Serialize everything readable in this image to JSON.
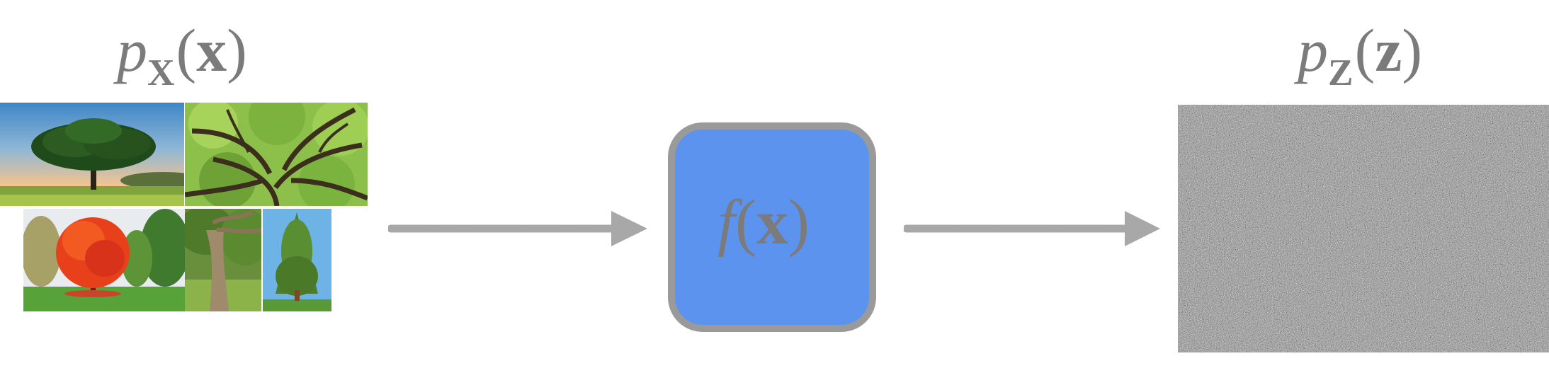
{
  "labels": {
    "px": {
      "base": "p",
      "sub": "X",
      "open": "(",
      "arg": "x",
      "close": ")"
    },
    "pz": {
      "base": "p",
      "sub": "Z",
      "open": "(",
      "arg": "z",
      "close": ")"
    },
    "fx": {
      "base": "f",
      "open": "(",
      "arg": "x",
      "close": ")"
    }
  },
  "images": {
    "tree_photos": [
      "oak-sunset",
      "live-oak-branches",
      "red-maple",
      "tree-trunk",
      "sequoia"
    ],
    "noise": "gaussian-noise"
  },
  "colors": {
    "label": "#7b7b7b",
    "arrow": "#a8a8a8",
    "box_fill": "#5b93ee",
    "box_border": "#9a9a9a",
    "noise_base": "#8a8a8a"
  }
}
